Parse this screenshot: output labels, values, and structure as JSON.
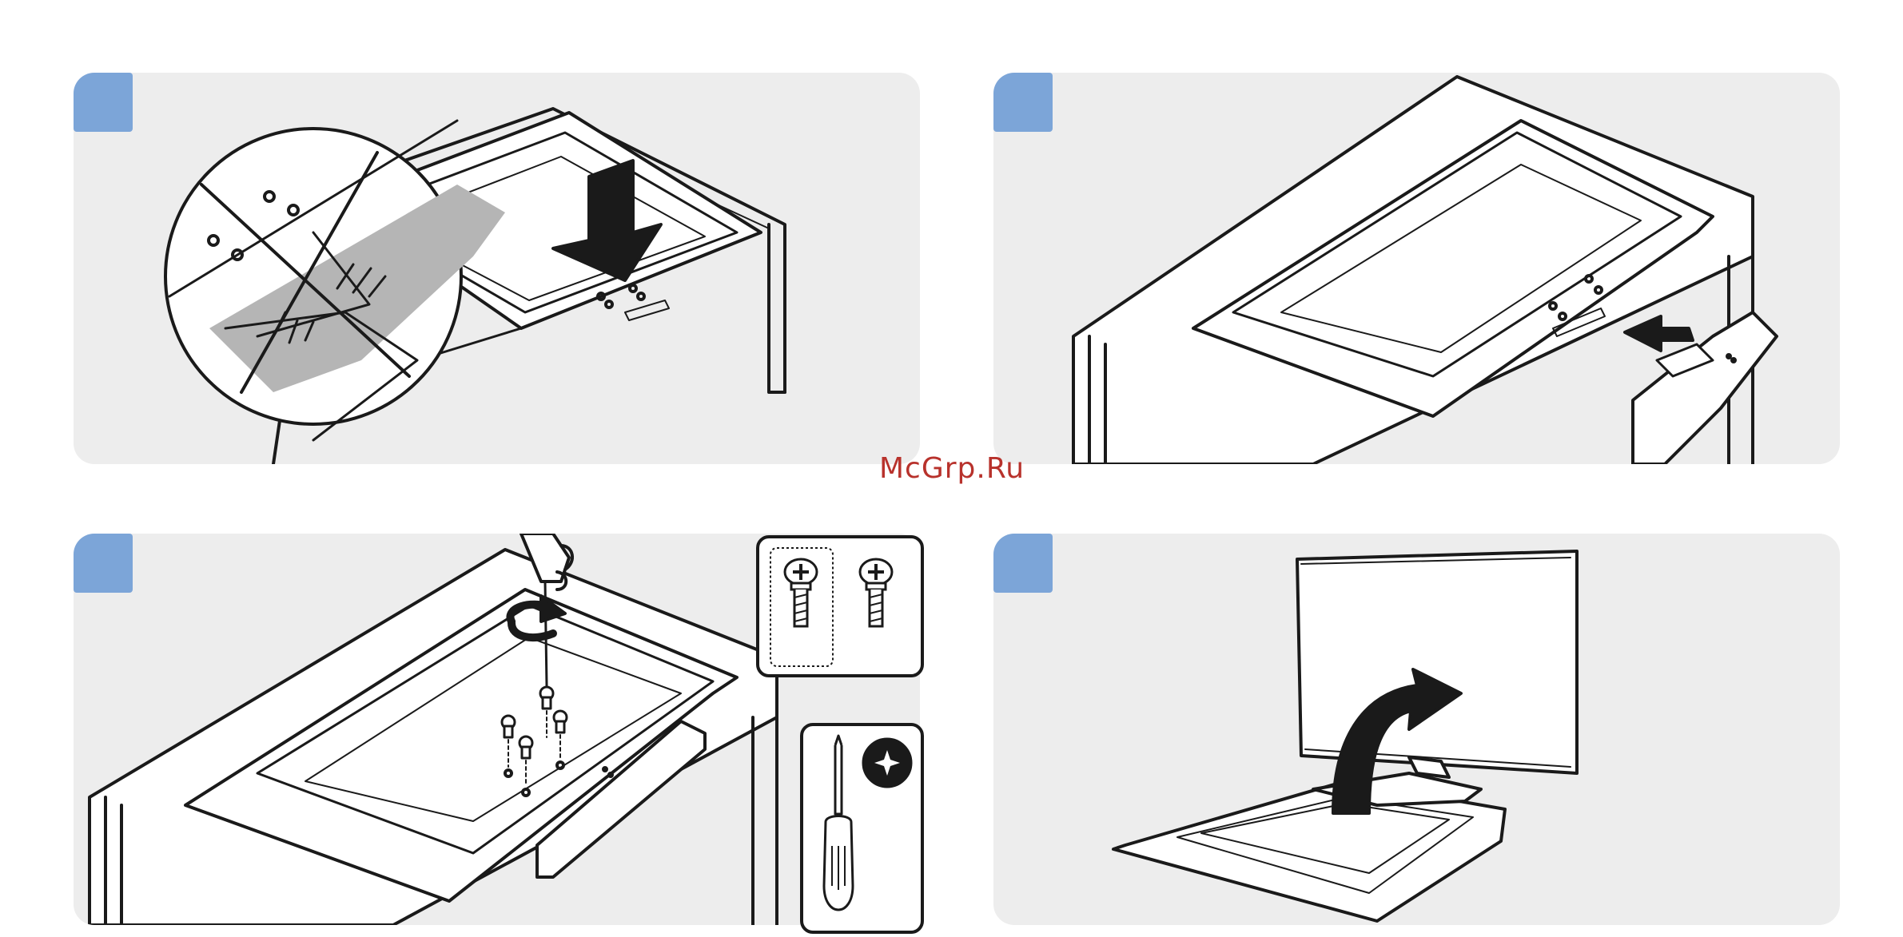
{
  "watermark": {
    "text": "McGrp.Ru"
  },
  "steps": [
    {
      "id": "step-1",
      "badge_color": "#7ca5d8",
      "illustration": "tv-face-down-on-table-warning"
    },
    {
      "id": "step-2",
      "badge_color": "#7ca5d8",
      "illustration": "insert-stand-into-slot"
    },
    {
      "id": "step-3",
      "badge_color": "#7ca5d8",
      "illustration": "screw-stand-with-screwdriver"
    },
    {
      "id": "step-4",
      "badge_color": "#7ca5d8",
      "illustration": "lift-tv-upright"
    }
  ],
  "callouts": {
    "screws": {
      "icon": "screw-icon",
      "count": 2
    },
    "tool": {
      "icon": "phillips-screwdriver-icon"
    }
  },
  "colors": {
    "panel": "#ededed",
    "badge": "#7ca5d8",
    "watermark": "#b8322c",
    "line": "#1a1a1a"
  }
}
